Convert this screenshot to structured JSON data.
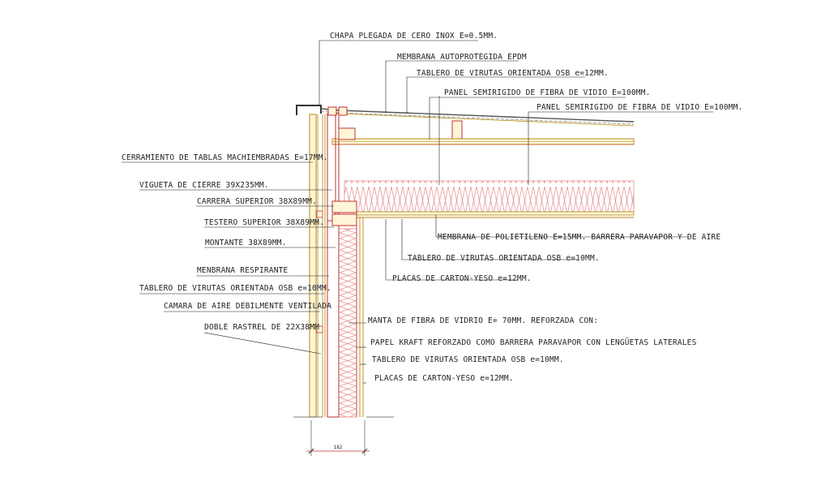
{
  "colors": {
    "leader": "#1f1f1f",
    "wood": "#b8860b",
    "wood_fill": "#fdf6d8",
    "insulation": "#e58b8b",
    "structure": "#c23232",
    "steel": "#333333"
  },
  "labels": {
    "chapa": "CHAPA PLEGADA DE CERO INOX E=0.5MM.",
    "membrana_epdm": "MEMBRANA AUTOPROTEGIDA  EPDM",
    "osb_roof": "TABLERO DE VIRUTAS ORIENTADA OSB e=12MM.",
    "panel_100_a": "PANEL SEMIRIGIDO DE FIBRA DE VIDIO E=100MM.",
    "panel_100_b": "PANEL SEMIRIGIDO DE FIBRA DE VIDIO E=100MM.",
    "cerramiento": "CERRAMIENTO DE TABLAS MACHIEMBRADAS E=17MM.",
    "vigueta": "VIGUETA DE CIERRE 39X235MM.",
    "carrera": "CARRERA SUPERIOR 38X89MM.",
    "testero": "TESTERO SUPERIOR 38X89MM.",
    "montante": "MONTANTE 38X89MM.",
    "membrana_resp": "MENBRANA RESPIRANTE",
    "osb_wall": "TABLERO DE VIRUTAS ORIENTADA OSB e=10MM.",
    "camara": "CAMARA DE AIRE DEBILMENTE VENTILADA",
    "rastrel": "DOBLE RASTREL DE 22X38MM",
    "polietileno": "MEMBRANA DE POLIETILENO E=15MM. BARRERA PARAVAPOR Y DE AIRE",
    "osb_ceiling": "TABLERO DE VIRUTAS ORIENTADA OSB e=10MM.",
    "carton_ceiling": "PLACAS DE CARTON-YESO e=12MM.",
    "manta": "MANTA DE FIBRA DE VIDRIO E= 70MM. REFORZADA CON:",
    "kraft": "PAPEL KRAFT REFORZADO COMO BARRERA PARAVAPOR CON LENGÜETAS LATERALES",
    "osb_inner": "TABLERO DE VIRUTAS ORIENTADA OSB e=10MM.",
    "carton_inner": "PLACAS DE CARTON-YESO e=12MM."
  },
  "dimension": {
    "value": "182"
  }
}
